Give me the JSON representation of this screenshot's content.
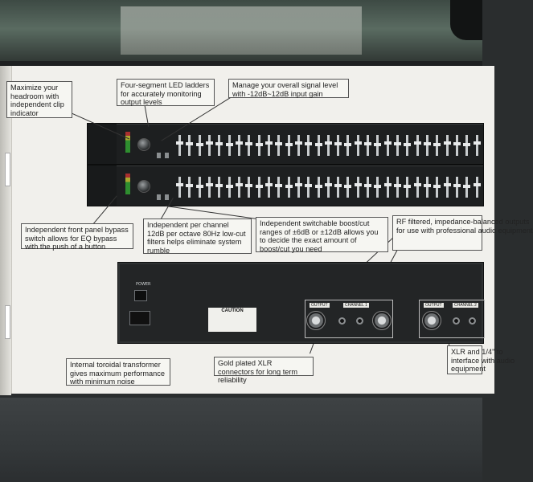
{
  "callouts": {
    "headroom": "Maximize your headroom with independent clip indicator",
    "led_ladder": "Four-segment LED ladders for accurately monitoring output levels",
    "gain": "Manage your overall signal level with -12dB~12dB input gain",
    "bypass": "Independent front panel bypass switch allows for EQ bypass with the push of a button",
    "lowcut": "Independent per channel 12dB per octave 80Hz low-cut filters helps eliminate system rumble",
    "boostcut": "Independent switchable boost/cut ranges of ±6dB or ±12dB allows you to decide the exact amount of boost/cut you need",
    "outputs": "RF filtered, impedance-balanced outputs for use with professional audio equipment",
    "transformer": "Internal toroidal transformer gives maximum performance with minimum noise",
    "xlr": "Gold plated XLR connectors for long term reliability",
    "xlr_right": "XLR and 1/4\" to interface with audio equipment"
  },
  "rear": {
    "power": "POWER",
    "caution": "CAUTION",
    "output_label": "OUTPUT",
    "channel1": "CHANNEL 1",
    "channel2": "CHANNEL 2"
  },
  "colors": {
    "box": "#f1f0ec",
    "unit": "#1d1f20",
    "table": "#34383a"
  }
}
